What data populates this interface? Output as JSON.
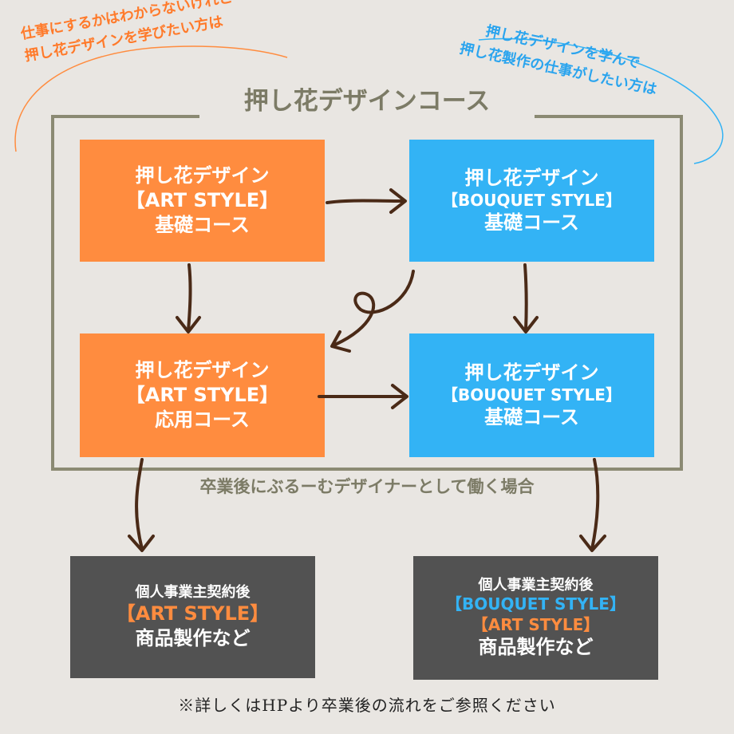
{
  "course_title": "押し花デザインコース",
  "note_left": {
    "line1": "仕事にするかはわからないけれど",
    "line2": "押し花デザインを学びたい方は"
  },
  "note_right": {
    "line1": "押し花デザインを学んで",
    "line2": "押し花製作の仕事がしたい方は"
  },
  "boxes": {
    "art_basic": {
      "line1": "押し花デザイン",
      "line2": "【ART STYLE】",
      "line3": "基礎コース"
    },
    "bouquet_basic": {
      "line1": "押し花デザイン",
      "line2": "【BOUQUET STYLE】",
      "line3": "基礎コース"
    },
    "art_applied": {
      "line1": "押し花デザイン",
      "line2": "【ART STYLE】",
      "line3": "応用コース"
    },
    "bouquet_second": {
      "line1": "押し花デザイン",
      "line2": "【BOUQUET STYLE】",
      "line3": "基礎コース"
    }
  },
  "caption": "卒業後にぶるーむデザイナーとして働く場合",
  "outcome_left": {
    "line1": "個人事業主契約後",
    "line2": "【ART STYLE】",
    "line3": "商品製作など"
  },
  "outcome_right": {
    "line1": "個人事業主契約後",
    "line2": "【BOUQUET STYLE】",
    "line3": "【ART STYLE】",
    "line4": "商品製作など"
  },
  "footer": "※詳しくはHPより卒業後の流れをご参照ください",
  "colors": {
    "orange": "#ff8c3f",
    "blue": "#33b3f5",
    "dark": "#525252",
    "frame": "#8b8a73",
    "arrow": "#4a2a17",
    "background": "#e9e6e2"
  }
}
